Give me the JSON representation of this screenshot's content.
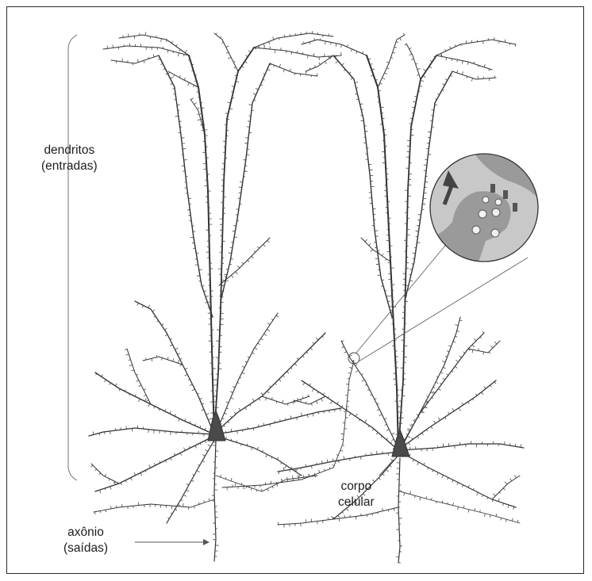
{
  "labels": {
    "dendrites_line1": "dendritos",
    "dendrites_line2": "(entradas)",
    "axon_line1": "axônio",
    "axon_line2": "(saídas)",
    "cell_body_line1": "corpo",
    "cell_body_line2": "celular"
  },
  "colors": {
    "line": "#333333",
    "soma": "#4a4a4a",
    "inset_bg": "#c8c8c8",
    "inset_gray": "#9a9a9a"
  }
}
